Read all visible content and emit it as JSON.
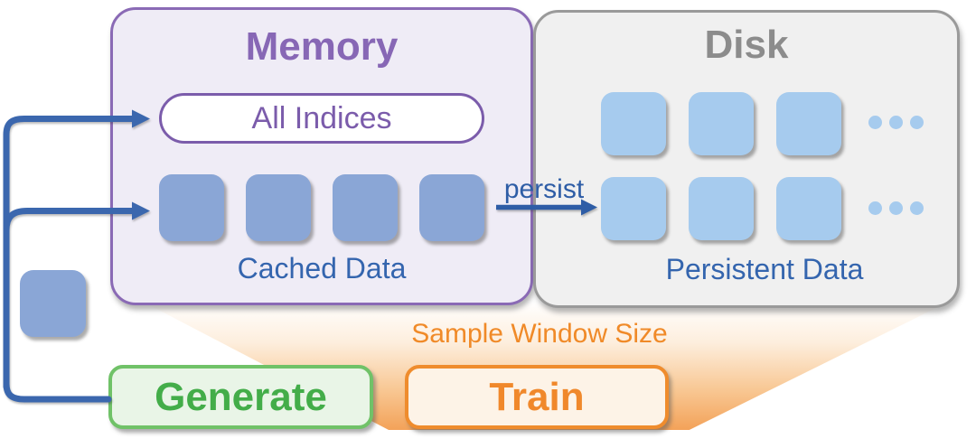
{
  "memory": {
    "title": "Memory",
    "pill_label": "All Indices",
    "caption": "Cached Data",
    "square_count": 4,
    "fill_color": "#efecf6",
    "border_color": "#8a6ab5",
    "title_color": "#8767b5",
    "pill_color": "#7b5cab",
    "square_color": "#8aa6d6",
    "caption_color": "#3465ae"
  },
  "disk": {
    "title": "Disk",
    "caption": "Persistent Data",
    "rows": 2,
    "squares_per_row": 3,
    "ellipsis_dots": 3,
    "fill_color": "#f0f0f0",
    "border_color": "#9a9a9a",
    "title_color": "#8c8c8c",
    "square_color": "#a6cbee",
    "caption_color": "#3465ae"
  },
  "persist": {
    "label": "persist",
    "color": "#2e5da6"
  },
  "funnel": {
    "label": "Sample Window Size",
    "label_color": "#f08a28",
    "gradient_top": "#ffffff",
    "gradient_bottom": "#f3a259"
  },
  "buttons": {
    "generate": {
      "label": "Generate",
      "fill": "#e9f5e7",
      "border": "#70c268",
      "text_color": "#43ad49"
    },
    "train": {
      "label": "Train",
      "fill": "#fdf3e7",
      "border": "#ef8c2d",
      "text_color": "#f0882b"
    }
  },
  "connector": {
    "color": "#3b67ae"
  }
}
